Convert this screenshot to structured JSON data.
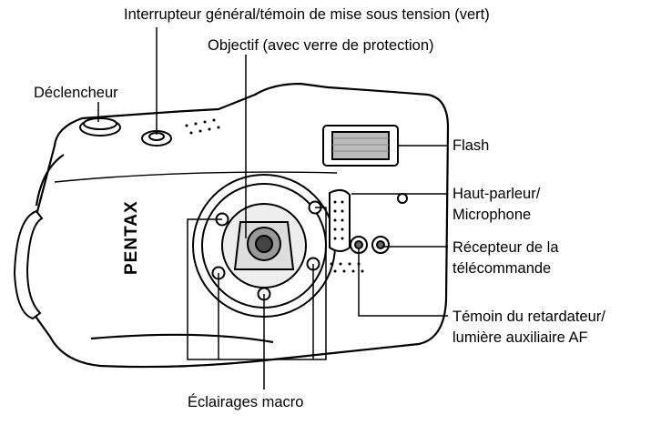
{
  "labels": {
    "power_switch": "Interrupteur général/témoin de mise sous tension (vert)",
    "lens": "Objectif (avec verre de protection)",
    "shutter": "Déclencheur",
    "flash": "Flash",
    "speaker_line1": "Haut-parleur/",
    "speaker_line2": "Microphone",
    "remote_line1": "Récepteur de la",
    "remote_line2": "télécommande",
    "self_timer_line1": "Témoin du retardateur/",
    "self_timer_line2": "lumière auxiliaire AF",
    "macro_lights": "Éclairages macro"
  },
  "camera": {
    "brand": "PENTAX",
    "brand_color": "#000000",
    "body_color": "#ffffff",
    "outline_color": "#000000"
  }
}
